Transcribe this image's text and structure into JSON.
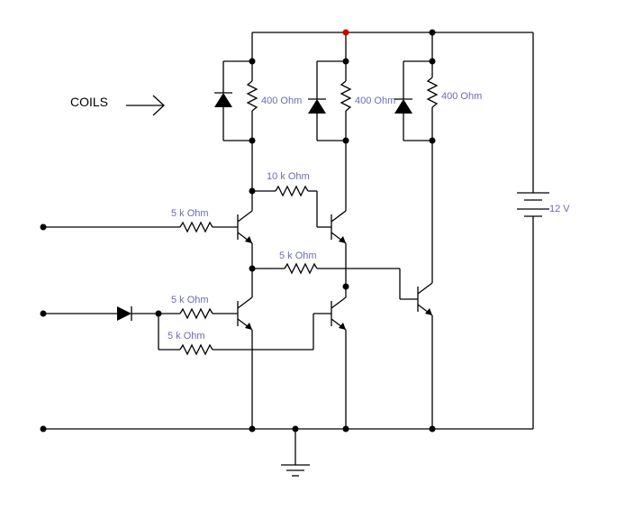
{
  "diagram": {
    "coils_label": "COILS",
    "resistors": {
      "coil1": "400  Ohm",
      "coil2": "400  Ohm",
      "coil3": "400  Ohm",
      "feedback_top": "10 k Ohm",
      "base_q1": "5 k Ohm",
      "feedback_mid": "5 k Ohm",
      "base_q3": "5 k Ohm",
      "base_q4": "5 k Ohm"
    },
    "battery_label": "12 V",
    "colors": {
      "wire": "#000000",
      "label": "#6b6bb5",
      "highlight_node": "#cc0000"
    }
  }
}
